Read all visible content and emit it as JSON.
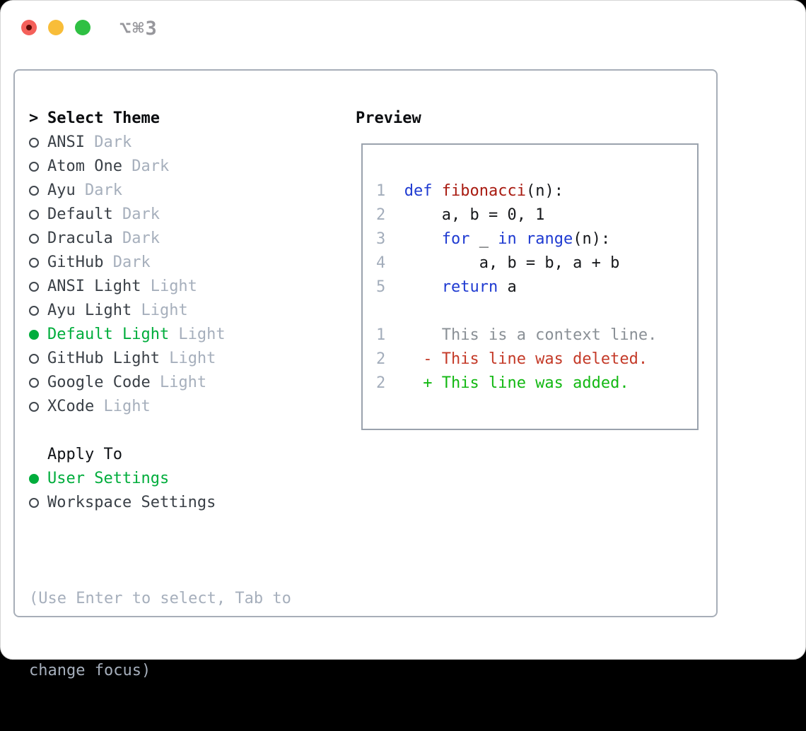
{
  "window": {
    "title": "⌥⌘3"
  },
  "colors": {
    "green": "#00ad3c",
    "keyword": "#1e3ad1",
    "function": "#a81a10",
    "code_default": "#16181b",
    "context": "#8a9096",
    "deleted": "#c43a28",
    "added": "#12b812",
    "muted": "#a6afbc",
    "line_number": "#a3adbb"
  },
  "theme_picker": {
    "prompt": ">",
    "title": "Select Theme",
    "items": [
      {
        "name": "ANSI",
        "tag": "Dark",
        "selected": false
      },
      {
        "name": "Atom One",
        "tag": "Dark",
        "selected": false
      },
      {
        "name": "Ayu",
        "tag": "Dark",
        "selected": false
      },
      {
        "name": "Default",
        "tag": "Dark",
        "selected": false
      },
      {
        "name": "Dracula",
        "tag": "Dark",
        "selected": false
      },
      {
        "name": "GitHub",
        "tag": "Dark",
        "selected": false
      },
      {
        "name": "ANSI Light",
        "tag": "Light",
        "selected": false
      },
      {
        "name": "Ayu Light",
        "tag": "Light",
        "selected": false
      },
      {
        "name": "Default Light",
        "tag": "Light",
        "selected": true
      },
      {
        "name": "GitHub Light",
        "tag": "Light",
        "selected": false
      },
      {
        "name": "Google Code",
        "tag": "Light",
        "selected": false
      },
      {
        "name": "XCode",
        "tag": "Light",
        "selected": false
      }
    ],
    "apply_to": {
      "label": "Apply To",
      "options": [
        {
          "name": "User Settings",
          "selected": true
        },
        {
          "name": "Workspace Settings",
          "selected": false
        }
      ]
    },
    "hint_lines": [
      "(Use Enter to select, Tab to",
      "change focus)"
    ]
  },
  "preview": {
    "label": "Preview",
    "code_lines": [
      {
        "num": "1",
        "segments": [
          {
            "t": "def",
            "c": "keyword"
          },
          {
            "t": " "
          },
          {
            "t": "fibonacci",
            "c": "function"
          },
          {
            "t": "(n):"
          }
        ]
      },
      {
        "num": "2",
        "segments": [
          {
            "t": "    a, b = 0, 1"
          }
        ]
      },
      {
        "num": "3",
        "segments": [
          {
            "t": "    "
          },
          {
            "t": "for",
            "c": "keyword"
          },
          {
            "t": " _ "
          },
          {
            "t": "in",
            "c": "keyword"
          },
          {
            "t": " "
          },
          {
            "t": "range",
            "c": "keyword"
          },
          {
            "t": "(n):"
          }
        ]
      },
      {
        "num": "4",
        "segments": [
          {
            "t": "        a, b = b, a + b"
          }
        ]
      },
      {
        "num": "5",
        "segments": [
          {
            "t": "    "
          },
          {
            "t": "return",
            "c": "keyword"
          },
          {
            "t": " a"
          }
        ]
      }
    ],
    "diff_lines": [
      {
        "num": "1",
        "text": "    This is a context line.",
        "type": "context"
      },
      {
        "num": "2",
        "text": "  - This line was deleted.",
        "type": "deleted"
      },
      {
        "num": "2",
        "text": "  + This line was added.",
        "type": "added"
      }
    ]
  }
}
